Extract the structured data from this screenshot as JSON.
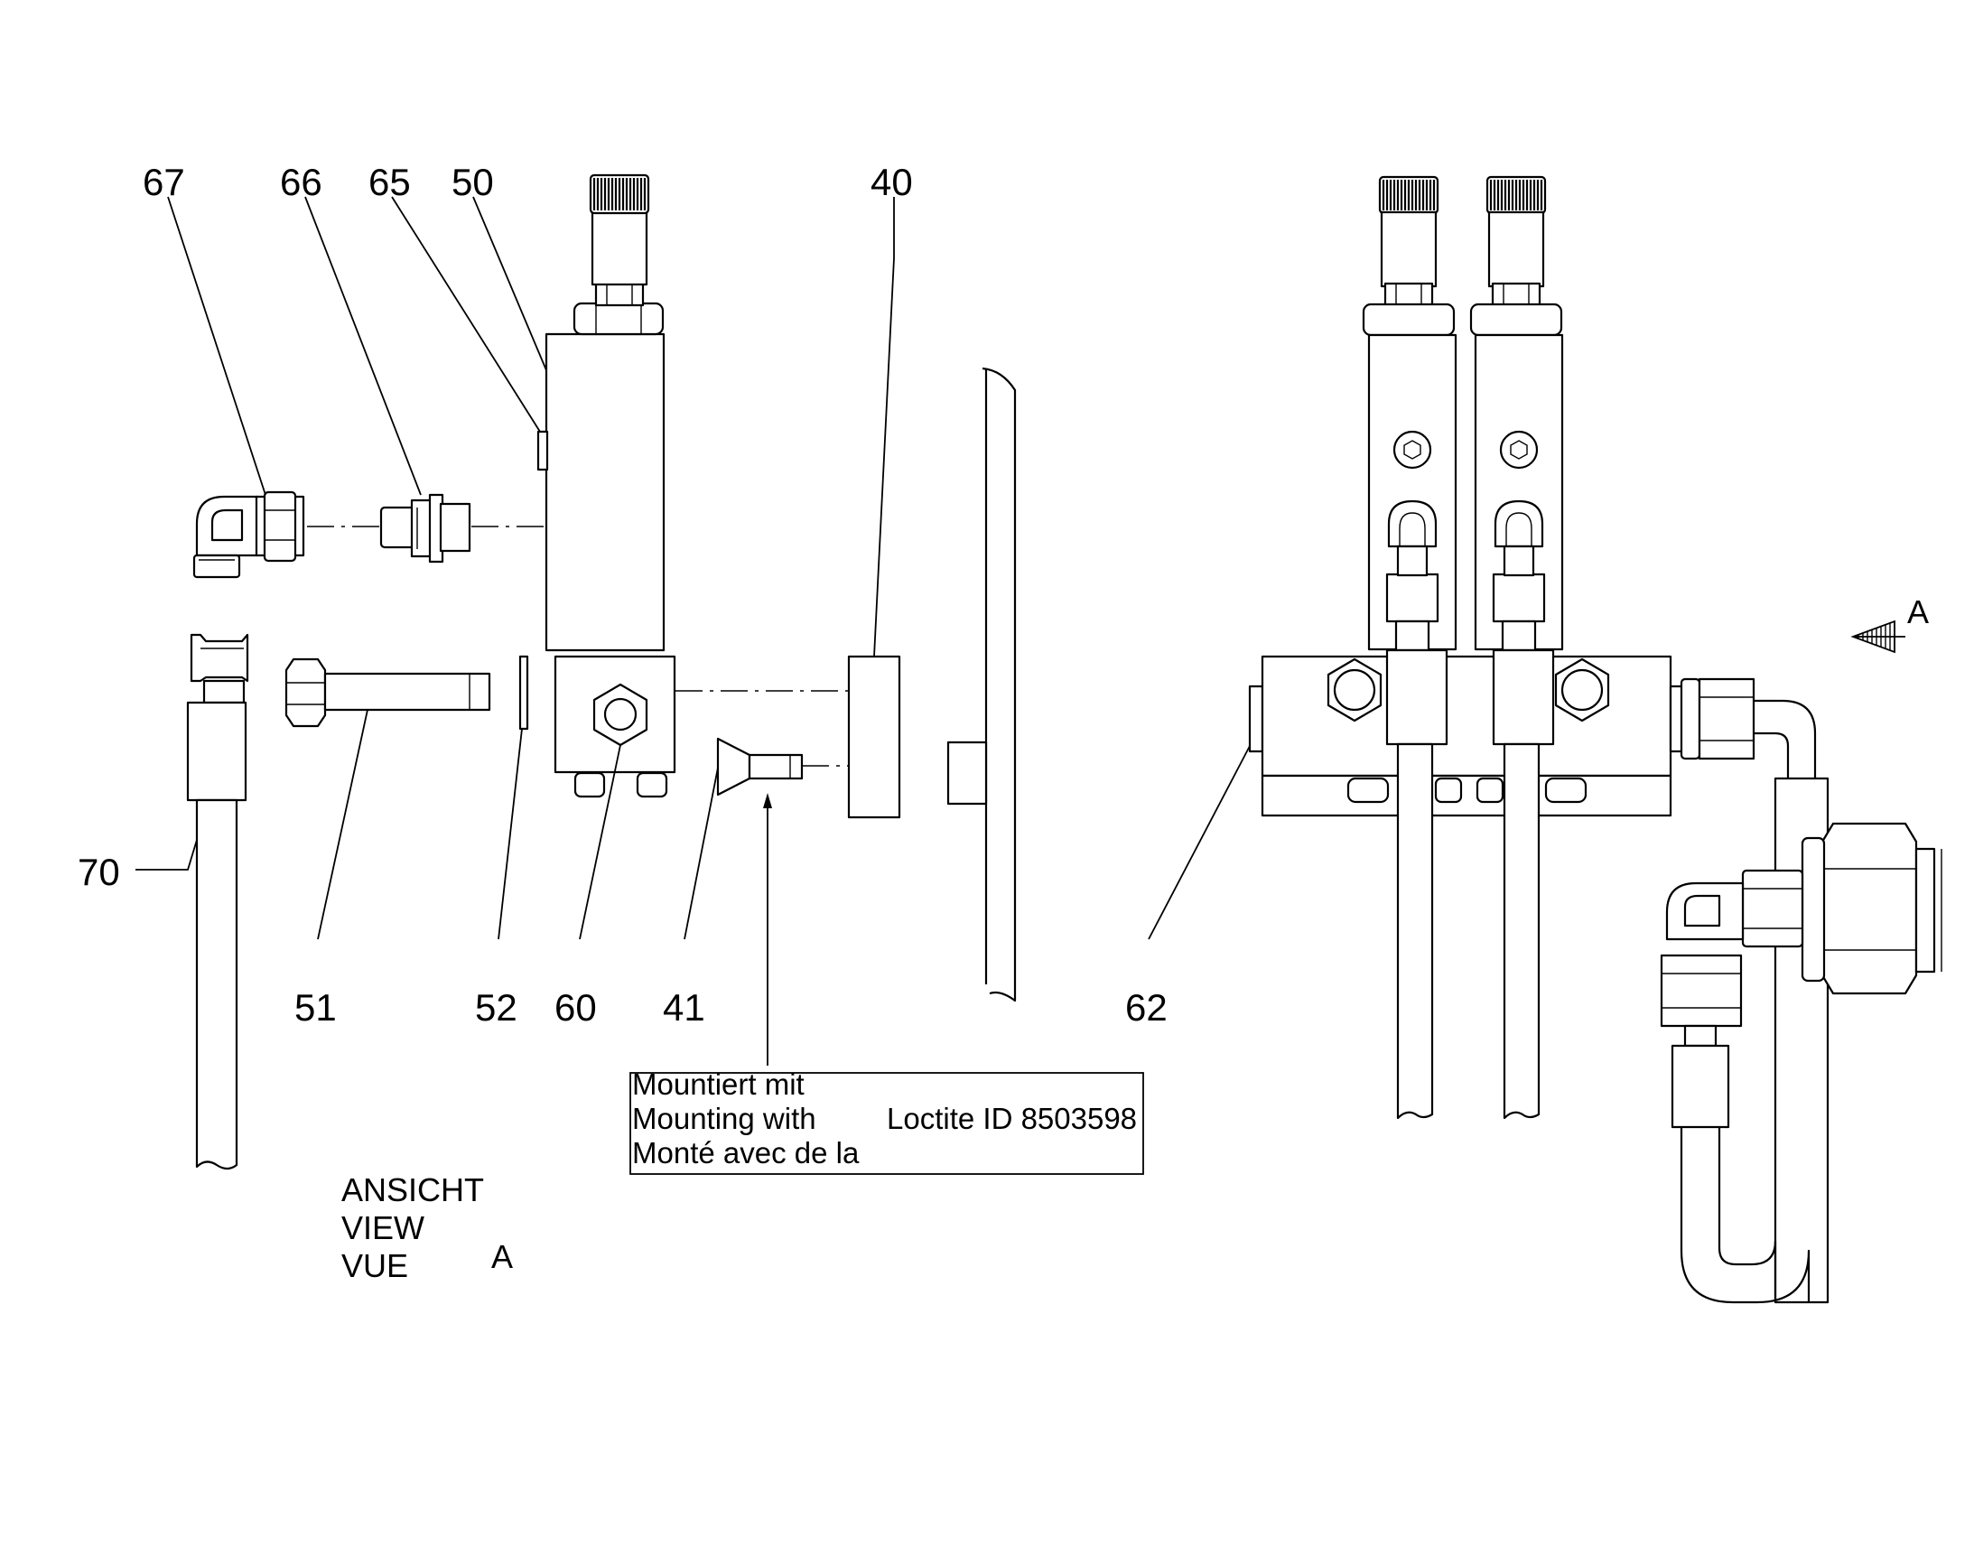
{
  "callouts": [
    {
      "id": "67",
      "label": "67"
    },
    {
      "id": "66",
      "label": "66"
    },
    {
      "id": "65",
      "label": "65"
    },
    {
      "id": "50",
      "label": "50"
    },
    {
      "id": "40",
      "label": "40"
    },
    {
      "id": "70",
      "label": "70"
    },
    {
      "id": "51",
      "label": "51"
    },
    {
      "id": "52",
      "label": "52"
    },
    {
      "id": "60",
      "label": "60"
    },
    {
      "id": "41",
      "label": "41"
    },
    {
      "id": "62",
      "label": "62"
    }
  ],
  "mounting_note": {
    "line_de": "Mountiert mit",
    "line_en": "Mounting with",
    "line_fr": "Monté avec de la",
    "product": "Loctite ID 8503598"
  },
  "view_label": {
    "line_de": "ANSICHT",
    "line_en": "VIEW",
    "line_fr": "VUE",
    "letter": "A"
  },
  "view_arrow_letter": "A"
}
